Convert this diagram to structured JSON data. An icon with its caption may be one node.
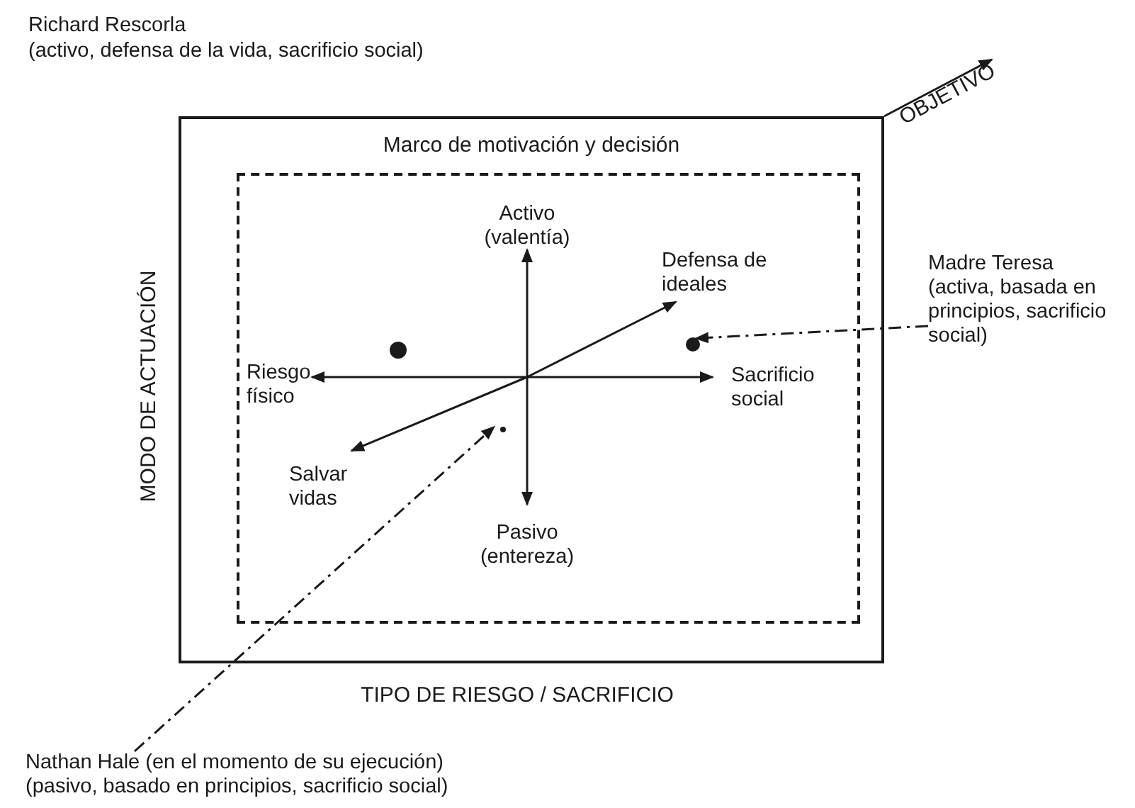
{
  "diagram": {
    "nodes": [
      {
        "text": [
          "Marco de motivación y decisión"
        ]
      },
      {
        "text": [],
        "shape": "box",
        "in": 0
      },
      {
        "text": [],
        "shape": "circle",
        "in": 1
      },
      {
        "text": [],
        "shape": "circle",
        "in": 1
      },
      {
        "text": [],
        "shape": "circle",
        "in": 1
      },
      {
        "text": [
          "Madre Teresa",
          "(activa, basada en principios, sacrificio social)"
        ]
      },
      {
        "text": [
          "Nathan Hale (en el momento de su ejecución)",
          "(pasivo, basado en principios, sacrificio social)"
        ]
      }
    ],
    "edges": [
      {
        "from": 5,
        "to": 3,
        "arrow": "to",
        "style": "dashed"
      },
      {
        "from": 6,
        "to": 4,
        "arrow": "to",
        "style": "dashed"
      }
    ],
    "labels": [
      "Richard Rescorla",
      "(activo, defensa de la vida, sacrificio social)",
      "OBJETIVO",
      "MODO DE ACTUACIÓN",
      "Activo (valentía)",
      "Defensa de ideales",
      "Riesgo físico",
      "Sacrificio social",
      "Salvar vidas",
      "Pasivo (entereza)",
      "TIPO DE RIESGO / SACRIFICIO"
    ]
  }
}
